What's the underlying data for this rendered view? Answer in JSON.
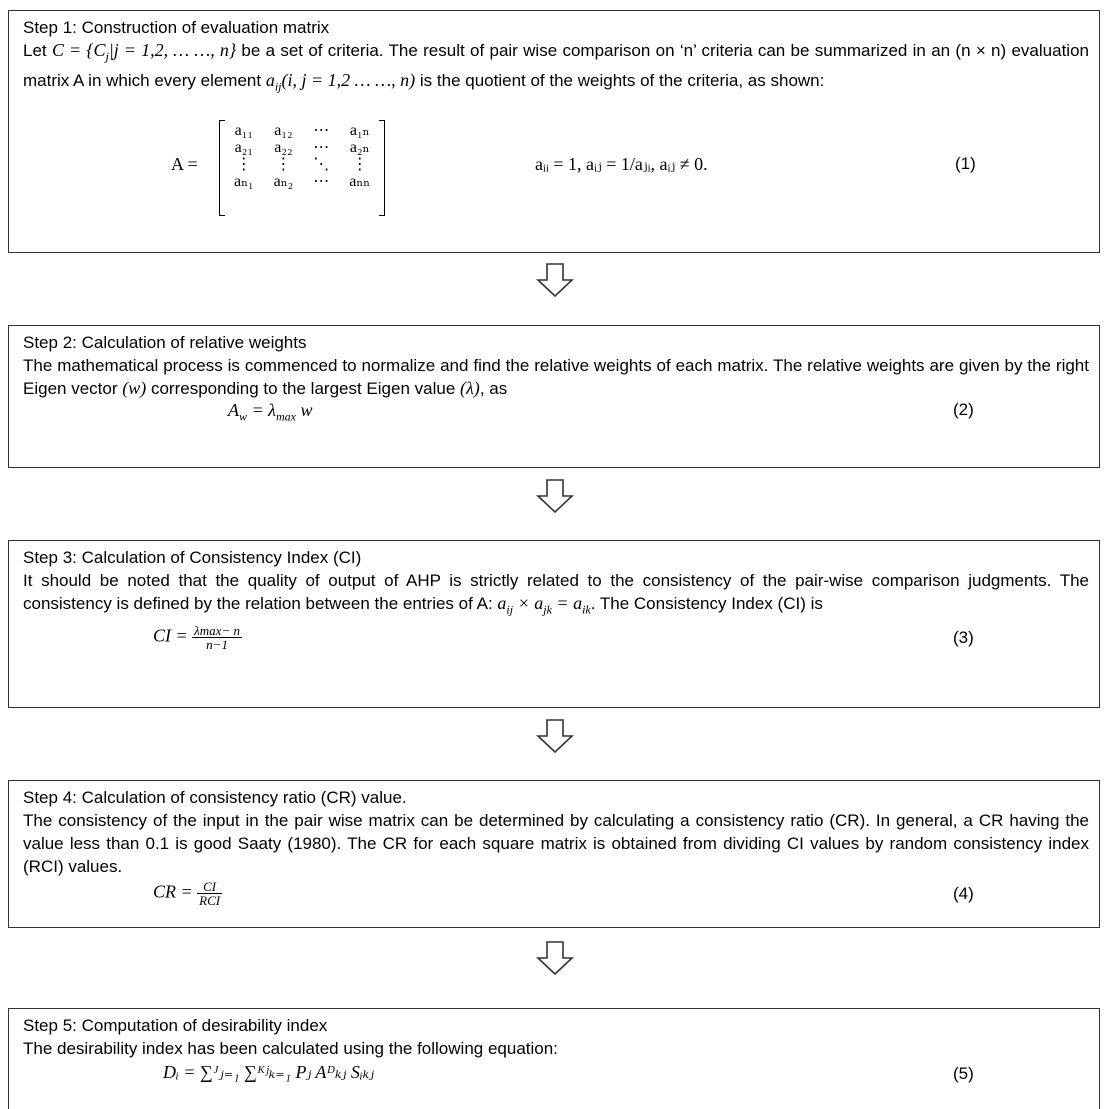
{
  "step1": {
    "title": "Step 1: Construction of evaluation matrix",
    "p1_a": "Let",
    "p1_set": "C = {C",
    "p1_set_sub": "j",
    "p1_set_rest": "|j = 1,2, … …, n}",
    "p1_b": "be a set of criteria. The result of pair wise comparison on ‘n’ criteria can be summarized in an (n × n) evaluation matrix A in which every element",
    "p1_elem": "a",
    "p1_elem_sub": "ij",
    "p1_elem_rest": "(i, j = 1,2 … …, n)",
    "p1_c": "is the quotient of the weights of the criteria, as shown:",
    "matrix_label": "A =",
    "matrix_rows": [
      [
        "a₁₁",
        "a₁₂",
        "⋯",
        "a₁ₙ"
      ],
      [
        "a₂₁",
        "a₂₂",
        "⋯",
        "a₂ₙ"
      ],
      [
        "⋮",
        "⋮",
        "⋱",
        "⋮"
      ],
      [
        "aₙ₁",
        "aₙ₂",
        "⋯",
        "aₙₙ"
      ]
    ],
    "condition": "aᵢᵢ = 1,  aᵢⱼ = 1/aⱼᵢ,  aᵢⱼ ≠ 0.",
    "eq_num": "(1)"
  },
  "step2": {
    "title": "Step 2: Calculation of relative weights",
    "para_a": "The mathematical process is commenced to normalize and find the relative weights of each matrix. The relative weights are given by the right Eigen vector",
    "w": "(w)",
    "para_b": "corresponding to the largest Eigen value",
    "lambda": "(λ)",
    "para_c": ", as",
    "eq_left": "A",
    "eq_left_sub": "w",
    "eq_mid": "= λ",
    "eq_mid_sub": "max",
    "eq_right": "w",
    "eq_num": "(2)"
  },
  "step3": {
    "title": "Step 3: Calculation of Consistency Index (CI)",
    "para_a": "It should be noted that the quality of output of AHP is strictly related to the consistency of the pair-wise comparison judgments. The consistency is defined by the relation between the entries of A:",
    "rel": "a",
    "rel_s1": "ij",
    "rel_x": "× a",
    "rel_s2": "jk",
    "rel_eq": "= a",
    "rel_s3": "ik",
    "para_b": ". The Consistency Index (CI) is",
    "eq_left": "CI =",
    "num": "λmax− n",
    "den": "n−1",
    "eq_num": "(3)"
  },
  "step4": {
    "title": "Step 4: Calculation of consistency ratio (CR) value.",
    "para": "The consistency of the input in the pair wise matrix can be determined by calculating a consistency ratio (CR). In general, a CR having the value less than 0.1 is good Saaty (1980). The CR for each square matrix is obtained from dividing CI values by random consistency index (RCI) values.",
    "eq_left": "CR =",
    "num": "CI",
    "den": "RCI",
    "eq_num": "(4)"
  },
  "step5": {
    "title": "Step 5: Computation of desirability index",
    "para": "The desirability index has been calculated using the following equation:",
    "eq": "Dᵢ = ∑ᴶⱼ₌₁ ∑ᴷʲₖ₌₁ Pⱼ Aᴰₖⱼ Sᵢₖⱼ",
    "eq_num": "(5)"
  }
}
